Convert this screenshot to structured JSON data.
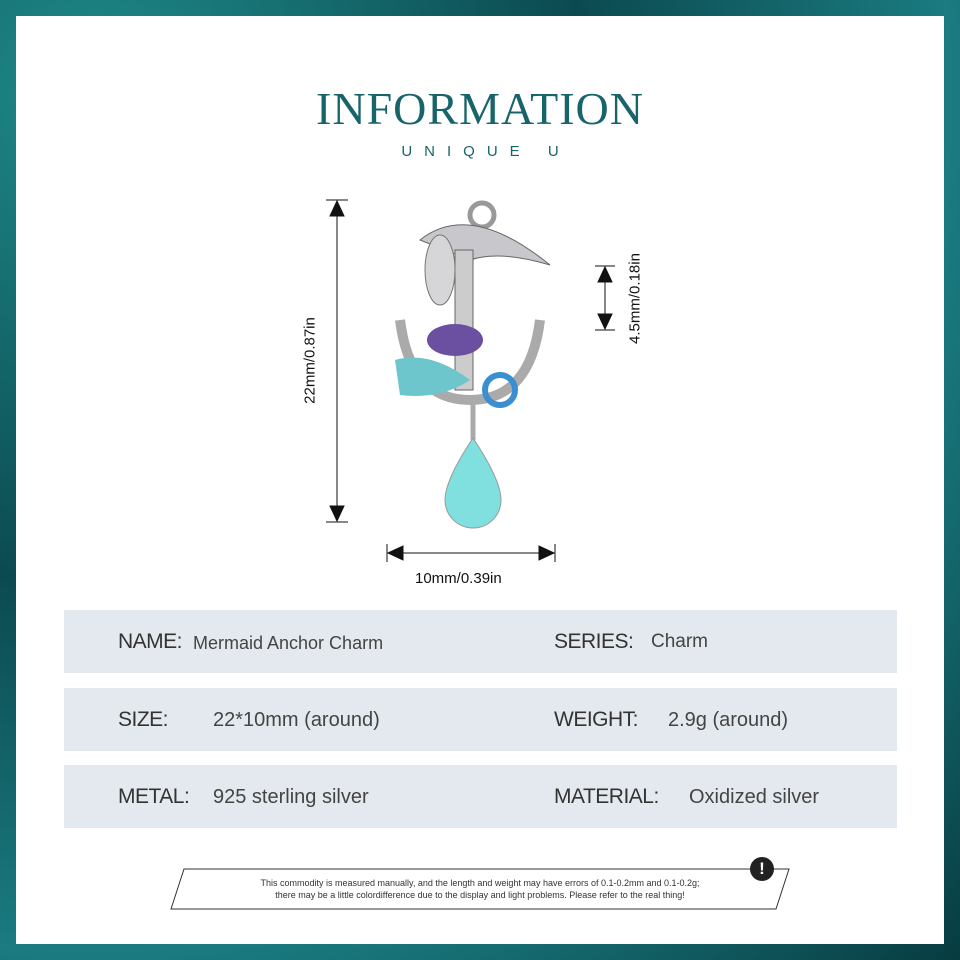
{
  "header": {
    "title": "INFORMATION",
    "subtitle": "UNIQUE U"
  },
  "dimensions": {
    "height": "22mm/0.87in",
    "width": "10mm/0.39in",
    "bail": "4.5mm/0.18in"
  },
  "specs": [
    {
      "label": "NAME:",
      "value": "Mermaid Anchor Charm",
      "label2": "SERIES:",
      "value2": "Charm"
    },
    {
      "label": "SIZE:",
      "value": "22*10mm (around)",
      "label2": "WEIGHT:",
      "value2": "2.9g (around)"
    },
    {
      "label": "METAL:",
      "value": "925 sterling silver",
      "label2": "MATERIAL:",
      "value2": "Oxidized silver"
    }
  ],
  "disclaimer": {
    "line1": "This commodity is measured manually, and the length and weight may have errors of 0.1-0.2mm and 0.1-0.2g;",
    "line2": "there may be a little colordifference due to the display and light problems. Please refer to the real thing!",
    "icon": "exclamation-icon"
  },
  "colors": {
    "accent": "#17646b",
    "row_bg": "#e3e9ee"
  }
}
